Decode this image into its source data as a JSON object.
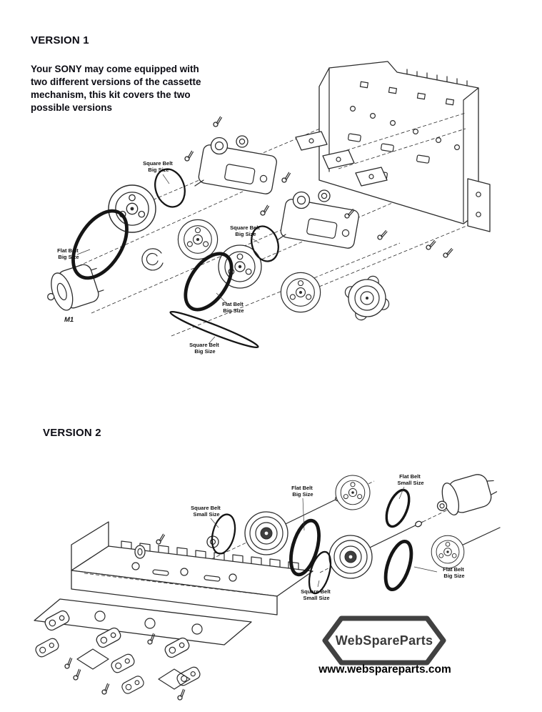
{
  "version1": {
    "title": "VERSION 1",
    "description_lines": [
      "Your SONY may come equipped with",
      "two different versions of the cassette",
      "mechanism, this kit covers the two",
      "possible versions"
    ],
    "motor_label": "M1",
    "labels": {
      "square_belt_top": {
        "l1": "Square Belt",
        "l2": "Big Size"
      },
      "flat_belt_left": {
        "l1": "Flat Belt",
        "l2": "Big Size"
      },
      "square_belt_mid": {
        "l1": "Square Belt",
        "l2": "Big Size"
      },
      "flat_belt_mid": {
        "l1": "Flat Belt",
        "l2": "Big Size"
      },
      "square_belt_bottom": {
        "l1": "Square Belt",
        "l2": "Big Size"
      }
    }
  },
  "version2": {
    "title": "VERSION 2",
    "labels": {
      "square_belt_small_left": {
        "l1": "Square Belt",
        "l2": "Small Size"
      },
      "flat_belt_big_top": {
        "l1": "Flat Belt",
        "l2": "Big Size"
      },
      "flat_belt_small": {
        "l1": "Flat Belt",
        "l2": "Small Size"
      },
      "flat_belt_big_right": {
        "l1": "Flat Belt",
        "l2": "Big Size"
      },
      "square_belt_small_bottom": {
        "l1": "Square Belt",
        "l2": "Small Size"
      }
    }
  },
  "branding": {
    "logo_text": "WebSpareParts",
    "website": "www.webspareparts.com"
  },
  "colors": {
    "line_art": "#2b2b2b",
    "belt": "#151515",
    "logo_gray": "#3d3d3d",
    "text": "#0c0c14",
    "background": "#ffffff"
  }
}
